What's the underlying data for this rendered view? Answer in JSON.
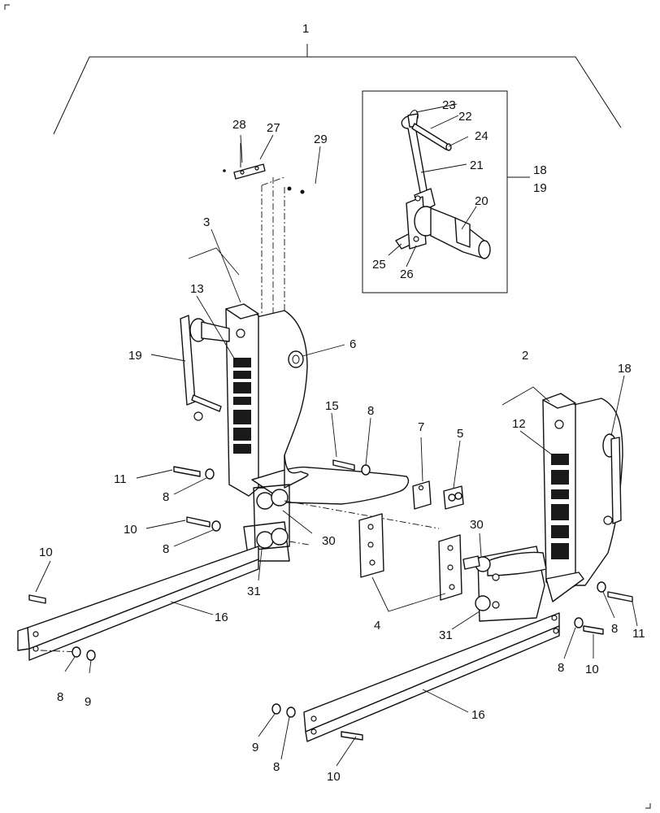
{
  "callouts": {
    "c1": "1",
    "c2": "2",
    "c3": "3",
    "c4": "4",
    "c5": "5",
    "c6": "6",
    "c7": "7",
    "c8a": "8",
    "c8b": "8",
    "c8c": "8",
    "c8d": "8",
    "c8e": "8",
    "c8f": "8",
    "c8g": "8",
    "c9a": "9",
    "c9b": "9",
    "c10a": "10",
    "c10b": "10",
    "c10c": "10",
    "c10d": "10",
    "c11a": "11",
    "c11b": "11",
    "c12": "12",
    "c13": "13",
    "c15": "15",
    "c16a": "16",
    "c16b": "16",
    "c18a": "18",
    "c18b": "18",
    "c19a": "19",
    "c19b": "19",
    "c20": "20",
    "c21": "21",
    "c22": "22",
    "c23": "23",
    "c24": "24",
    "c25": "25",
    "c26": "26",
    "c27": "27",
    "c28": "28",
    "c29": "29",
    "c30a": "30",
    "c30b": "30",
    "c31a": "31",
    "c31b": "31"
  }
}
